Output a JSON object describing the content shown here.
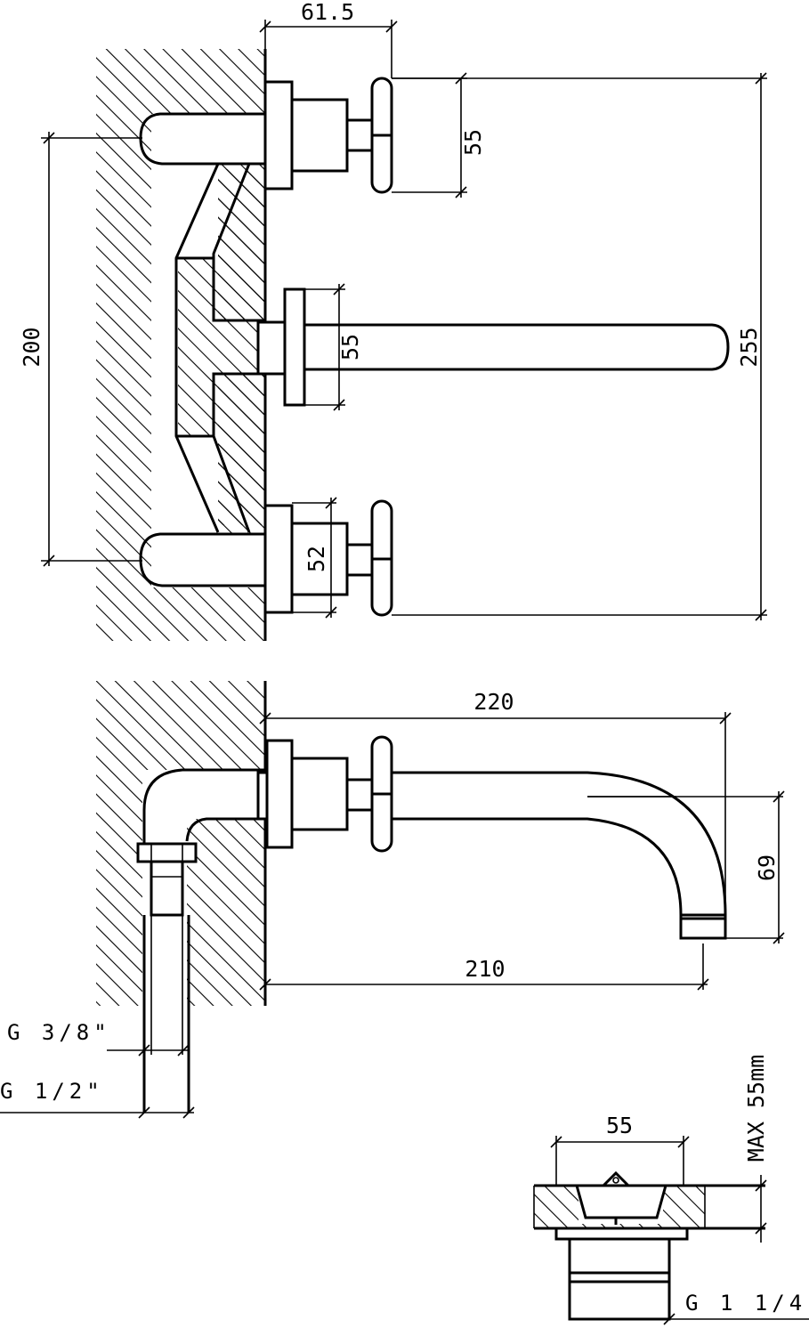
{
  "front_view": {
    "dim_width_top": "61.5",
    "dim_handle_top": "55",
    "dim_total_height": "255",
    "dim_center_distance": "200",
    "dim_spout_flange": "55",
    "dim_handle_bottom": "52"
  },
  "side_view": {
    "dim_overall_projection": "220",
    "dim_spout_projection": "210",
    "dim_spout_height": "69",
    "thread_inner": "G 3/8\"",
    "thread_outer": "G 1/2\""
  },
  "drain_view": {
    "dim_width": "55",
    "max_thickness": "MAX 55mm",
    "thread": "G 1 1/4\""
  }
}
